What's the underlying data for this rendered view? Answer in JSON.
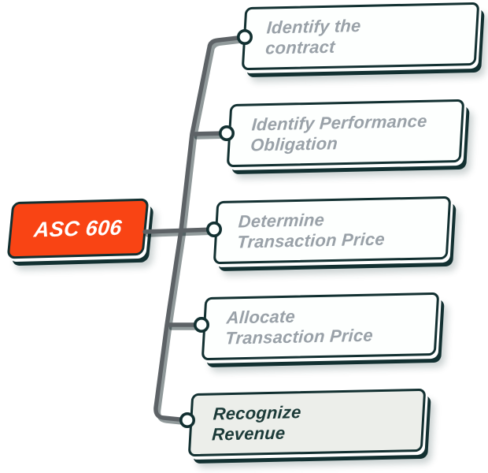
{
  "diagram": {
    "title_root": {
      "label": "ASC 606"
    },
    "steps": [
      {
        "line1": "Identify the",
        "line2": "contract",
        "highlighted": false
      },
      {
        "line1": "Identify Performance",
        "line2": "Obligation",
        "highlighted": false
      },
      {
        "line1": "Determine",
        "line2": "Transaction Price",
        "highlighted": false
      },
      {
        "line1": "Allocate",
        "line2": "Transaction Price",
        "highlighted": false
      },
      {
        "line1": "Recognize",
        "line2": "Revenue",
        "highlighted": true
      }
    ],
    "colors": {
      "root_fill": "#F94414",
      "outline_dark": "#123031",
      "step_text_muted": "#99A1A8",
      "highlight_fill": "#ECEEEA",
      "highlight_text": "#1B3A38",
      "connector_gray": "#5D6266",
      "port_fill": "#FDFFFE"
    }
  }
}
